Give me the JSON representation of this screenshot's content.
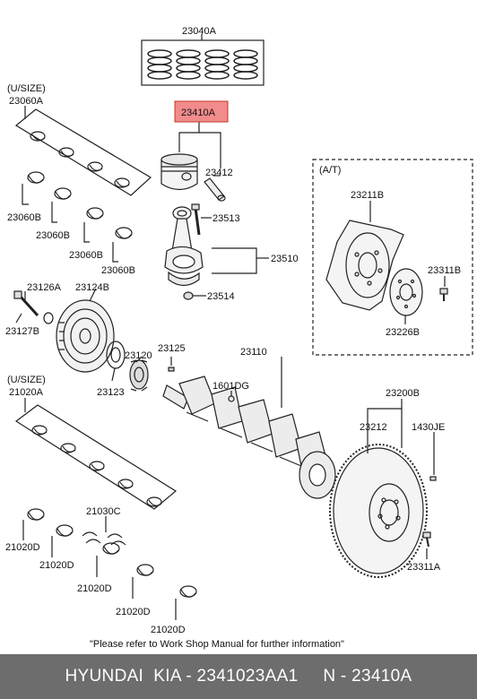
{
  "labels": {
    "pistonRingSet": "23040A",
    "pistonHighlighted": "23410A",
    "usize1": "(U/SIZE)",
    "bearingUpperSet": "23060A",
    "pistonPin": "23412",
    "bolt": "23513",
    "connRod": "23510",
    "nut": "23514",
    "bearing1": "23060B",
    "bearing2": "23060B",
    "bearing3": "23060B",
    "bearing4": "23060B",
    "pulleyBolt": "23126A",
    "pulley": "23124B",
    "washer": "23127B",
    "sprocket": "23120",
    "key": "23125",
    "ring": "23123",
    "crankshaft": "23110",
    "plug": "1601DG",
    "at": "(A/T)",
    "driveplate": "23211B",
    "dpBolt": "23311B",
    "adapter": "23226B",
    "usize2": "(U/SIZE)",
    "mainBearingSet": "21020A",
    "flywheelAssy": "23200B",
    "ringGear": "23212",
    "dowel": "1430JE",
    "thrust": "21030C",
    "mb1": "21020D",
    "mb2": "21020D",
    "mb3": "21020D",
    "mb4": "21020D",
    "mb5": "21020D",
    "fwBolt": "23311A",
    "note": "\"Please refer to Work Shop Manual for further information\""
  },
  "footer": {
    "text": "HYUNDAI  KIA - 2341023AA1     N - 23410A"
  },
  "colors": {
    "highlight": "#f28b8b",
    "footerBg": "#6d6d6d"
  }
}
